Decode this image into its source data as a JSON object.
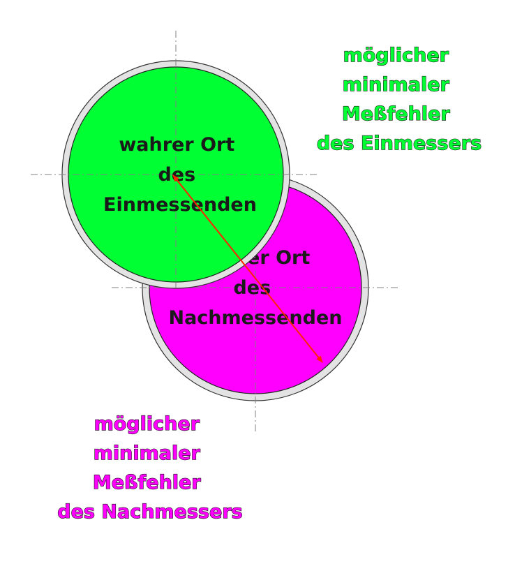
{
  "diagram": {
    "colors": {
      "green": "#00ff33",
      "magenta": "#ff00ff",
      "ring": "#e3e3e3",
      "arrow": "#ff2200",
      "text": "#1a1a1a"
    },
    "magenta_circle_label": [
      "wahrer Ort",
      "des",
      "Nachmessenden"
    ],
    "green_circle_label": [
      "wahrer Ort",
      "des",
      "Einmessenden"
    ],
    "green_error_label": [
      "möglicher",
      "minimaler",
      "Meßfehler",
      "des Einmessers"
    ],
    "magenta_error_label": [
      "möglicher",
      "minimaler",
      "Meßfehler",
      "des Nachmessers"
    ]
  }
}
